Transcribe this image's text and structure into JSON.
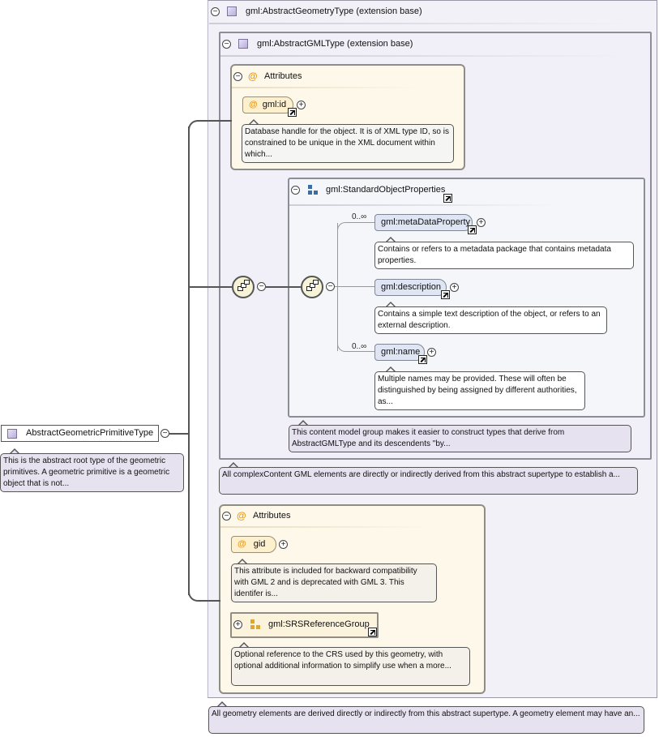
{
  "root": {
    "name": "AbstractGeometricPrimitiveType",
    "note": "This is the abstract root type of the geometric primitives. A geometric primitive is a geometric object that is not..."
  },
  "geometry_type": {
    "title": "gml:AbstractGeometryType (extension base)",
    "note": "All geometry elements are derived directly or indirectly from this abstract supertype. A geometry element may have an..."
  },
  "gml_type": {
    "title": "gml:AbstractGMLType (extension base)",
    "note": "All complexContent GML elements are directly or indirectly derived from this abstract supertype to establish a..."
  },
  "attributes_gml": {
    "title": "Attributes",
    "id_label": "gml:id",
    "id_note": "Database handle for the object. It is of XML type ID, so is constrained to be unique in the XML document within which..."
  },
  "std_props": {
    "title": "gml:StandardObjectProperties",
    "note": "This content model group makes it easier to construct types that derive from AbstractGMLType and its descendents \"by...",
    "items": [
      {
        "label": "gml:metaDataProperty",
        "cardinality": "0..∞",
        "note": "Contains or refers to a metadata package that contains metadata properties."
      },
      {
        "label": "gml:description",
        "cardinality": "",
        "note": "Contains a simple text description of the object, or refers to an external description."
      },
      {
        "label": "gml:name",
        "cardinality": "0..∞",
        "note": "Multiple names may be provided. These will often be distinguished by being assigned by different authorities, as..."
      }
    ]
  },
  "attributes_geom": {
    "title": "Attributes",
    "gid_label": "gid",
    "gid_note": "This attribute is included for backward compatibility with GML 2 and is deprecated with GML 3. This identifer is...",
    "srs_label": "gml:SRSReferenceGroup",
    "srs_note": "Optional reference to the CRS used by this geometry, with optional additional information to simplify use when a more..."
  },
  "glyphs": {
    "collapse": "−",
    "expand": "+",
    "at": "@"
  }
}
